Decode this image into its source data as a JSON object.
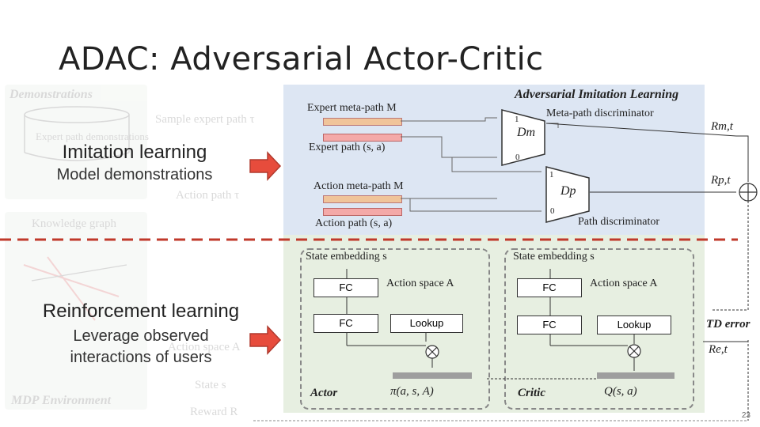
{
  "slide": {
    "title": "ADAC: Adversarial Actor-Critic",
    "page_number": "23"
  },
  "left_faded": {
    "demonstrations": "Demonstrations",
    "expert_path": "Expert path demonstrations",
    "knowledge_graph": "Knowledge graph",
    "mdp_env": "MDP Environment",
    "sample_expert": "Sample expert path τ",
    "action_path": "Action path τ",
    "action_space": "Action space A",
    "state": "State s",
    "reward": "Reward R"
  },
  "labels": {
    "imitation_title": "Imitation learning",
    "imitation_sub": "Model demonstrations",
    "rl_title": "Reinforcement learning",
    "rl_sub1": "Leverage observed",
    "rl_sub2": "interactions of users"
  },
  "figure": {
    "ail_title": "Adversarial Imitation Learning",
    "expert_meta_path": "Expert meta-path M",
    "expert_path": "Expert path (s, a)",
    "meta_path_disc": "Meta-path discriminator",
    "dm": "Dm",
    "action_meta_path": "Action meta-path M",
    "action_path": "Action path (s, a)",
    "dp": "Dp",
    "path_disc": "Path discriminator",
    "one_a": "1",
    "zero_a": "0",
    "one_b": "1",
    "zero_b": "0",
    "rmt": "Rm,t",
    "rpt": "Rp,t",
    "td_error": "TD error",
    "ret": "Re,t",
    "actor": {
      "state_embed": "State embedding s",
      "fc1": "FC",
      "fc2": "FC",
      "action_space": "Action space A",
      "lookup": "Lookup",
      "name": "Actor",
      "policy": "π(a, s, A)"
    },
    "critic": {
      "state_embed": "State embedding s",
      "fc1": "FC",
      "fc2": "FC",
      "action_space": "Action space A",
      "lookup": "Lookup",
      "name": "Critic",
      "value": "Q(s, a)"
    }
  },
  "colors": {
    "divider": "#c0392b",
    "arrow": "#e74c3c",
    "top_panel": "#dde6f3",
    "bottom_panel": "#e7efe1",
    "expert_bar": "#f0c49a",
    "action_bar": "#f4a9a8"
  }
}
